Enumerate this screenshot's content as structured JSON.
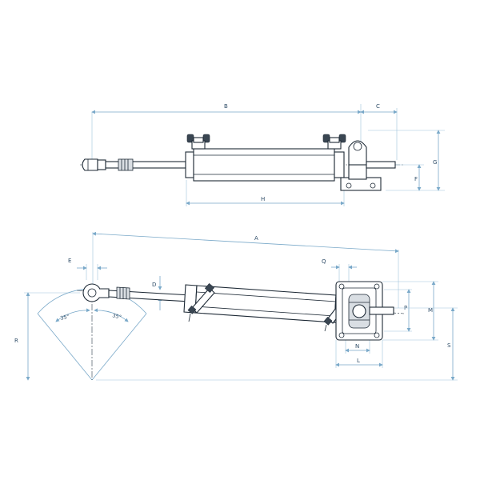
{
  "top_view": {
    "dim_B": "B",
    "dim_C": "C",
    "dim_H": "H",
    "dim_F": "F",
    "dim_G": "G"
  },
  "bottom_view": {
    "dim_A": "A",
    "dim_E": "E",
    "dim_D": "D",
    "dim_Q": "Q",
    "dim_P": "P",
    "dim_M": "M",
    "dim_N": "N",
    "dim_L": "L",
    "dim_S": "S",
    "dim_R": "R",
    "angle_left": "35°",
    "angle_right": "35°"
  },
  "colors": {
    "line": "#1e2a36",
    "dimension": "#7aa9c9",
    "label": "#2f4d68"
  }
}
